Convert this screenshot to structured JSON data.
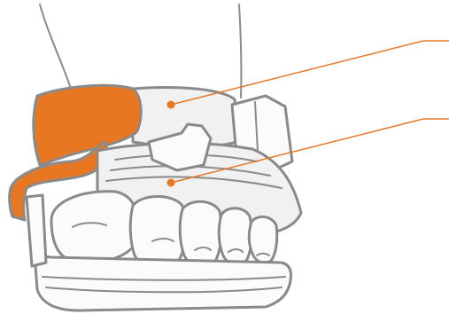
{
  "figure": {
    "subject": "foot-splint-illustration",
    "colors": {
      "accent": "#e87722",
      "outline": "#8a8a8a",
      "fill": "#f1f1f1",
      "background": "#ffffff"
    },
    "callouts": [
      {
        "id": "callout-upper",
        "target": "upper-support-shell",
        "label": ""
      },
      {
        "id": "callout-lower",
        "target": "toe-separator-insole",
        "label": ""
      }
    ]
  }
}
